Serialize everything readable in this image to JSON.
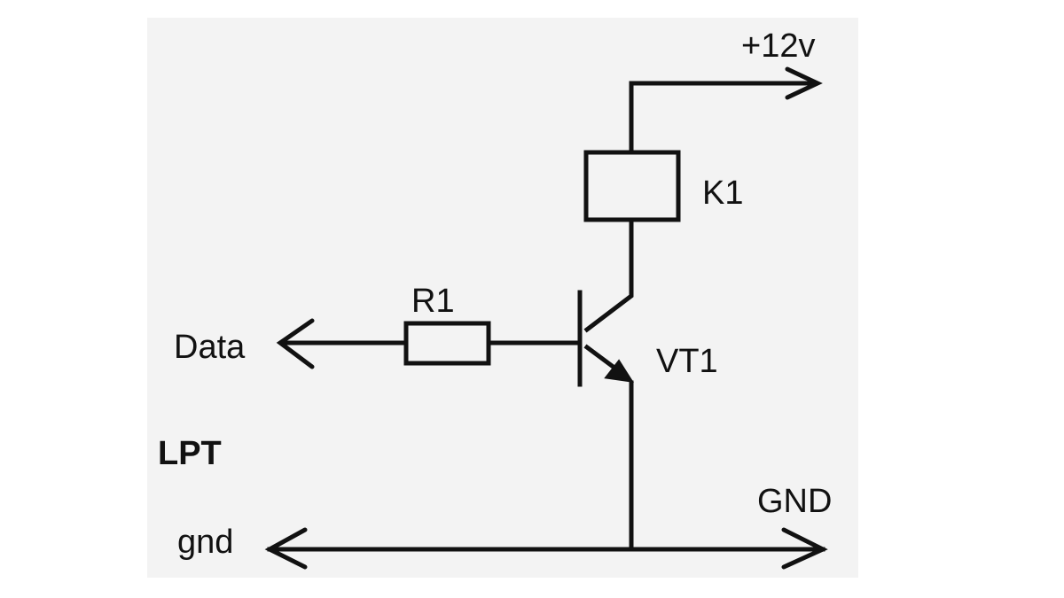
{
  "labels": {
    "supply": "+12v",
    "relay": "K1",
    "resistor": "R1",
    "data": "Data",
    "transistor": "VT1",
    "port": "LPT",
    "gnd_left": "gnd",
    "gnd_right": "GND"
  },
  "colors": {
    "background": "#ffffff",
    "panel": "#f3f3f3",
    "ink": "#111111"
  }
}
